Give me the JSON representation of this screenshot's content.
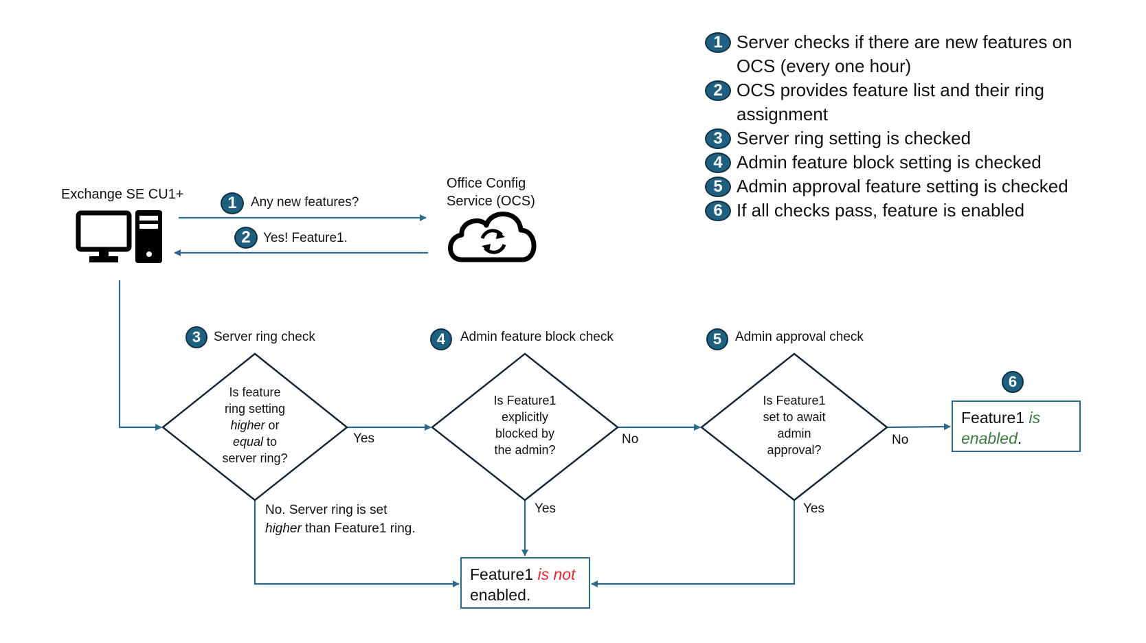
{
  "legend": {
    "items": [
      {
        "num": "1",
        "text": "Server checks if there are new features on OCS (every one hour)"
      },
      {
        "num": "2",
        "text": "OCS provides feature list and their ring assignment"
      },
      {
        "num": "3",
        "text": "Server ring setting is checked"
      },
      {
        "num": "4",
        "text": "Admin feature block setting is checked"
      },
      {
        "num": "5",
        "text": "Admin approval feature setting is checked"
      },
      {
        "num": "6",
        "text": "If all checks pass, feature is enabled"
      }
    ]
  },
  "server": {
    "label": "Exchange SE CU1+",
    "icon": "desktop-computer-icon"
  },
  "service": {
    "label_line1": "Office Config",
    "label_line2": "Service (OCS)",
    "icon": "cloud-sync-icon"
  },
  "messages": [
    {
      "num": "1",
      "text": "Any new features?",
      "direction": "server-to-ocs"
    },
    {
      "num": "2",
      "text": "Yes! Feature1.",
      "direction": "ocs-to-server"
    }
  ],
  "checks": [
    {
      "num": "3",
      "title": "Server ring check",
      "question_lines": [
        {
          "parts": [
            {
              "t": "Is feature"
            }
          ]
        },
        {
          "parts": [
            {
              "t": "ring setting"
            }
          ]
        },
        {
          "parts": [
            {
              "t": "higher",
              "i": true
            },
            {
              "t": " or"
            }
          ]
        },
        {
          "parts": [
            {
              "t": "equal",
              "i": true
            },
            {
              "t": " to"
            }
          ]
        },
        {
          "parts": [
            {
              "t": "server ring?"
            }
          ]
        }
      ],
      "pass_label": "Yes",
      "fail_label_line1": "No. Server ring is set",
      "fail_label_line2_italic": "higher",
      "fail_label_line2_rest": " than Feature1 ring."
    },
    {
      "num": "4",
      "title": "Admin feature block check",
      "question_lines": [
        {
          "parts": [
            {
              "t": "Is Feature1"
            }
          ]
        },
        {
          "parts": [
            {
              "t": "explicitly"
            }
          ]
        },
        {
          "parts": [
            {
              "t": "blocked by"
            }
          ]
        },
        {
          "parts": [
            {
              "t": "the admin?"
            }
          ]
        }
      ],
      "pass_label": "No",
      "fail_label": "Yes"
    },
    {
      "num": "5",
      "title": "Admin approval check",
      "question_lines": [
        {
          "parts": [
            {
              "t": "Is Feature1"
            }
          ]
        },
        {
          "parts": [
            {
              "t": "set to await"
            }
          ]
        },
        {
          "parts": [
            {
              "t": "admin"
            }
          ]
        },
        {
          "parts": [
            {
              "t": "approval?"
            }
          ]
        }
      ],
      "pass_label": "No",
      "fail_label": "Yes"
    }
  ],
  "outcomes": {
    "enabled": {
      "num": "6",
      "prefix": "Feature1 ",
      "status": "is",
      "status2": "enabled",
      "suffix": "."
    },
    "not_enabled": {
      "prefix": "Feature1 ",
      "status": "is not",
      "suffix": "enabled."
    }
  },
  "colors": {
    "arrow": "#2c6a8b",
    "diamond_stroke": "#13293b",
    "badge_fill": "#1f5f80",
    "not_enabled_text": "#e8242a",
    "enabled_text": "#3a7d3a"
  }
}
